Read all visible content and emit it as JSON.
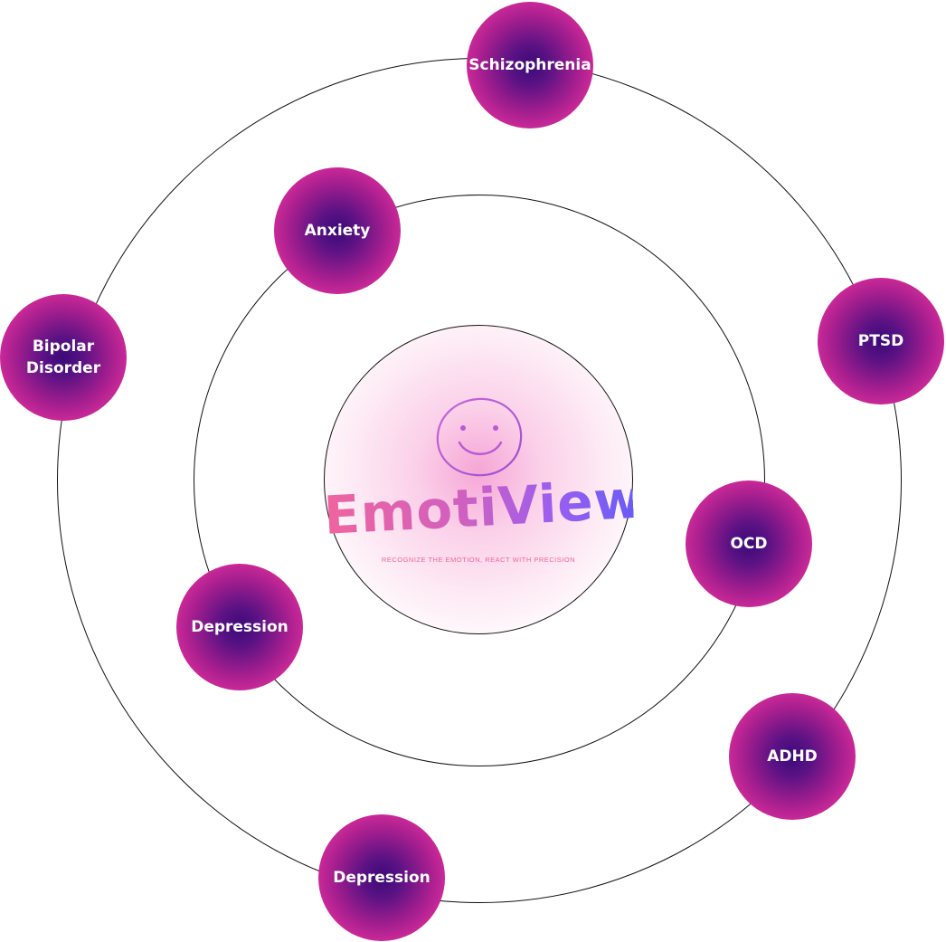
{
  "logo": {
    "name": "EmotiView",
    "tagline": "RECOGNIZE THE EMOTION, REACT WITH PRECISION",
    "icon": "smiley-face-icon"
  },
  "nodes": [
    {
      "id": "schizophrenia",
      "label": "Schizophrenia",
      "orbit": "outer"
    },
    {
      "id": "ptsd",
      "label": "PTSD",
      "orbit": "outer"
    },
    {
      "id": "adhd",
      "label": "ADHD",
      "orbit": "outer"
    },
    {
      "id": "depression-outer",
      "label": "Depression",
      "orbit": "outer"
    },
    {
      "id": "bipolar-disorder",
      "label": "Bipolar\nDisorder",
      "orbit": "outer"
    },
    {
      "id": "anxiety",
      "label": "Anxiety",
      "orbit": "middle"
    },
    {
      "id": "ocd",
      "label": "OCD",
      "orbit": "middle"
    },
    {
      "id": "depression-middle",
      "label": "Depression",
      "orbit": "middle"
    }
  ],
  "colors": {
    "node_center": "#3b0a78",
    "node_edge": "#e63aa3",
    "orbit_line": "#111111",
    "brand_start": "#f0649e",
    "brand_end": "#6a5cf5"
  }
}
